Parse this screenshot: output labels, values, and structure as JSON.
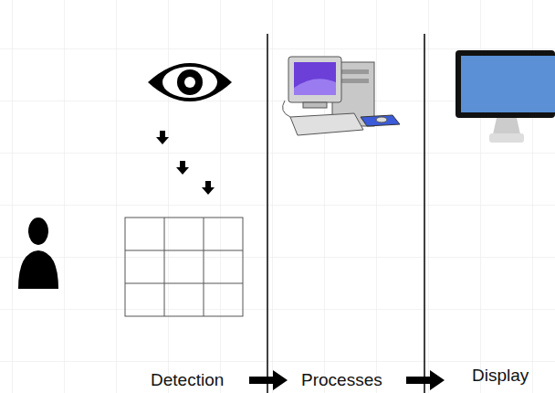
{
  "diagram": {
    "labels": [
      "Detection",
      "Processes",
      "Display"
    ]
  }
}
